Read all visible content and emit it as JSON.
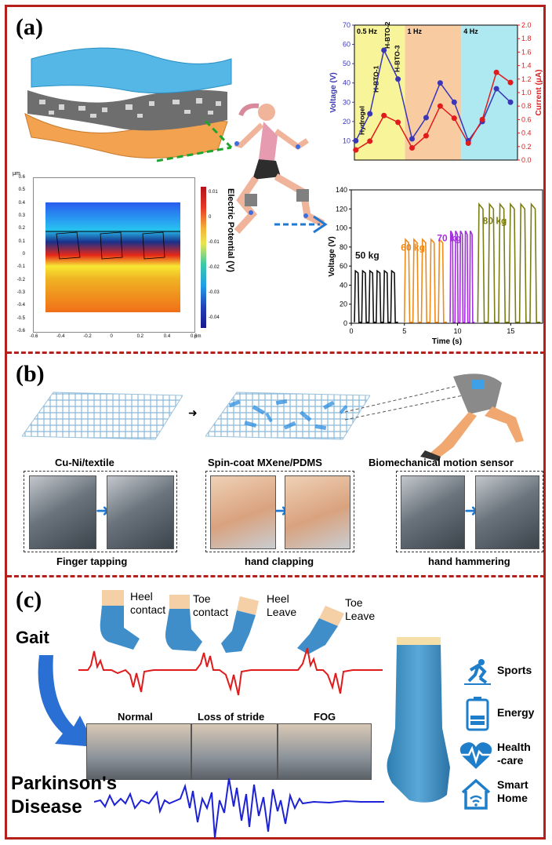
{
  "panels": {
    "a": "(a)",
    "b": "(b)",
    "c": "(c)"
  },
  "colors": {
    "frame": "#b5201d",
    "voltage_series": "#3a36b8",
    "current_series": "#e01b1b",
    "gait_signal": "#e01b1b",
    "parkinson_signal": "#1e22d6",
    "icon_blue": "#1f7ec9"
  },
  "panel_a": {
    "contour": {
      "colorbar_title": "Electric Potential (V)",
      "colorbar_ticks": [
        "0.01",
        "0",
        "-0.01",
        "-0.02",
        "-0.03",
        "-0.04"
      ],
      "y_unit": "μm",
      "x_unit": "μm",
      "y_ticks": [
        "0.6",
        "0.5",
        "0.4",
        "0.3",
        "0.2",
        "0.1",
        "0",
        "-0.1",
        "-0.2",
        "-0.3",
        "-0.4",
        "-0.5",
        "-0.6"
      ],
      "x_ticks": [
        "-0.6",
        "-0.4",
        "-0.2",
        "0",
        "0.2",
        "0.4",
        "0.6"
      ]
    }
  },
  "panel_b": {
    "captions": {
      "cu_ni": "Cu-Ni/textile",
      "spin": "Spin-coat MXene/PDMS",
      "bio": "Biomechanical motion sensor",
      "finger": "Finger tapping",
      "clap": "hand clapping",
      "hammer": "hand hammering"
    }
  },
  "panel_c": {
    "gait": "Gait",
    "heel_contact": [
      "Heel",
      "contact"
    ],
    "toe_contact": [
      "Toe",
      "contact"
    ],
    "heel_leave": [
      "Heel",
      "Leave"
    ],
    "toe_leave": [
      "Toe",
      "Leave"
    ],
    "normal": "Normal",
    "loss": "Loss of stride",
    "fog": "FOG",
    "parkinson": [
      "Parkinson's",
      "Disease"
    ],
    "apps": [
      {
        "label": "Sports",
        "icon": "sports-icon"
      },
      {
        "label": "Energy",
        "icon": "battery-icon"
      },
      {
        "label": "Health\n-care",
        "icon": "heart-pulse-icon"
      },
      {
        "label": "Smart\nHome",
        "icon": "smart-home-icon"
      }
    ]
  },
  "chart_data": [
    {
      "type": "line",
      "ylabel": "Voltage (V)",
      "y2label": "Current (μA)",
      "ylim": [
        0,
        70
      ],
      "y2lim": [
        0,
        2.0
      ],
      "yticks": [
        10,
        20,
        30,
        40,
        50,
        60,
        70
      ],
      "y2ticks": [
        0.0,
        0.2,
        0.4,
        0.6,
        0.8,
        1.0,
        1.2,
        1.4,
        1.6,
        1.8,
        2.0
      ],
      "regions": [
        {
          "label": "0.5 Hz",
          "from": 0,
          "to": 3.6,
          "color": "#f7f49a"
        },
        {
          "label": "1 Hz",
          "from": 3.6,
          "to": 7.6,
          "color": "#f8cba0"
        },
        {
          "label": "4 Hz",
          "from": 7.6,
          "to": 11.6,
          "color": "#aee9f2"
        }
      ],
      "annotations": [
        "Hydrogel",
        "H-BTO-1",
        "H-BTO-2",
        "H-BTO-3"
      ],
      "x": [
        0.1,
        1.1,
        2.1,
        3.1,
        4.1,
        5.1,
        6.1,
        7.1,
        8.1,
        9.1,
        10.1,
        11.1
      ],
      "series": [
        {
          "values": [
            10,
            24,
            57,
            42,
            11,
            22,
            40,
            30,
            10,
            20,
            37,
            30
          ],
          "color": "#3a36b8"
        },
        {
          "values": [
            0.15,
            0.28,
            0.66,
            0.56,
            0.18,
            0.36,
            0.8,
            0.62,
            0.25,
            0.6,
            1.3,
            1.15
          ],
          "color": "#e01b1b"
        }
      ]
    },
    {
      "type": "line",
      "xlabel": "Time (s)",
      "ylabel": "Voltage (V)",
      "xlim": [
        0,
        18
      ],
      "ylim": [
        0,
        140
      ],
      "xticks": [
        0,
        5,
        10,
        15
      ],
      "yticks": [
        0,
        20,
        40,
        60,
        80,
        100,
        120,
        140
      ],
      "series": [
        {
          "name": "50 kg",
          "color": "#111111",
          "peak": 55,
          "t_start": 0.3,
          "t_end": 4.4,
          "n": 6
        },
        {
          "name": "60 kg",
          "color": "#f08a1a",
          "peak": 88,
          "t_start": 5.0,
          "t_end": 9.0,
          "n": 5
        },
        {
          "name": "70 kg",
          "color": "#a52fe0",
          "peak": 97,
          "t_start": 9.3,
          "t_end": 11.6,
          "n": 5
        },
        {
          "name": "80 kg",
          "color": "#7c7d12",
          "peak": 125,
          "t_start": 11.9,
          "t_end": 17.8,
          "n": 6
        }
      ]
    }
  ]
}
